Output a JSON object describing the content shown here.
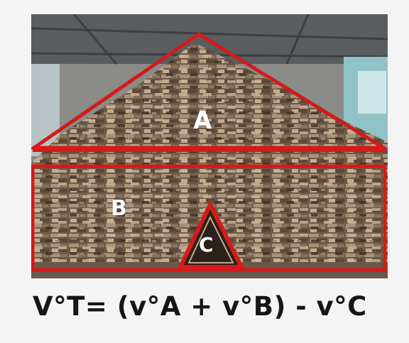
{
  "figure": {
    "labels": {
      "a": "A",
      "b": "B",
      "c": "C"
    },
    "formula": "V°T= (v°A + v°B) - v°C",
    "colors": {
      "outline": "#d41a1a",
      "wood_dark": "#4a3a2c",
      "wood_light": "#b9a58c",
      "roof": "#5a5d60",
      "sky": "#cfe6e8"
    }
  }
}
